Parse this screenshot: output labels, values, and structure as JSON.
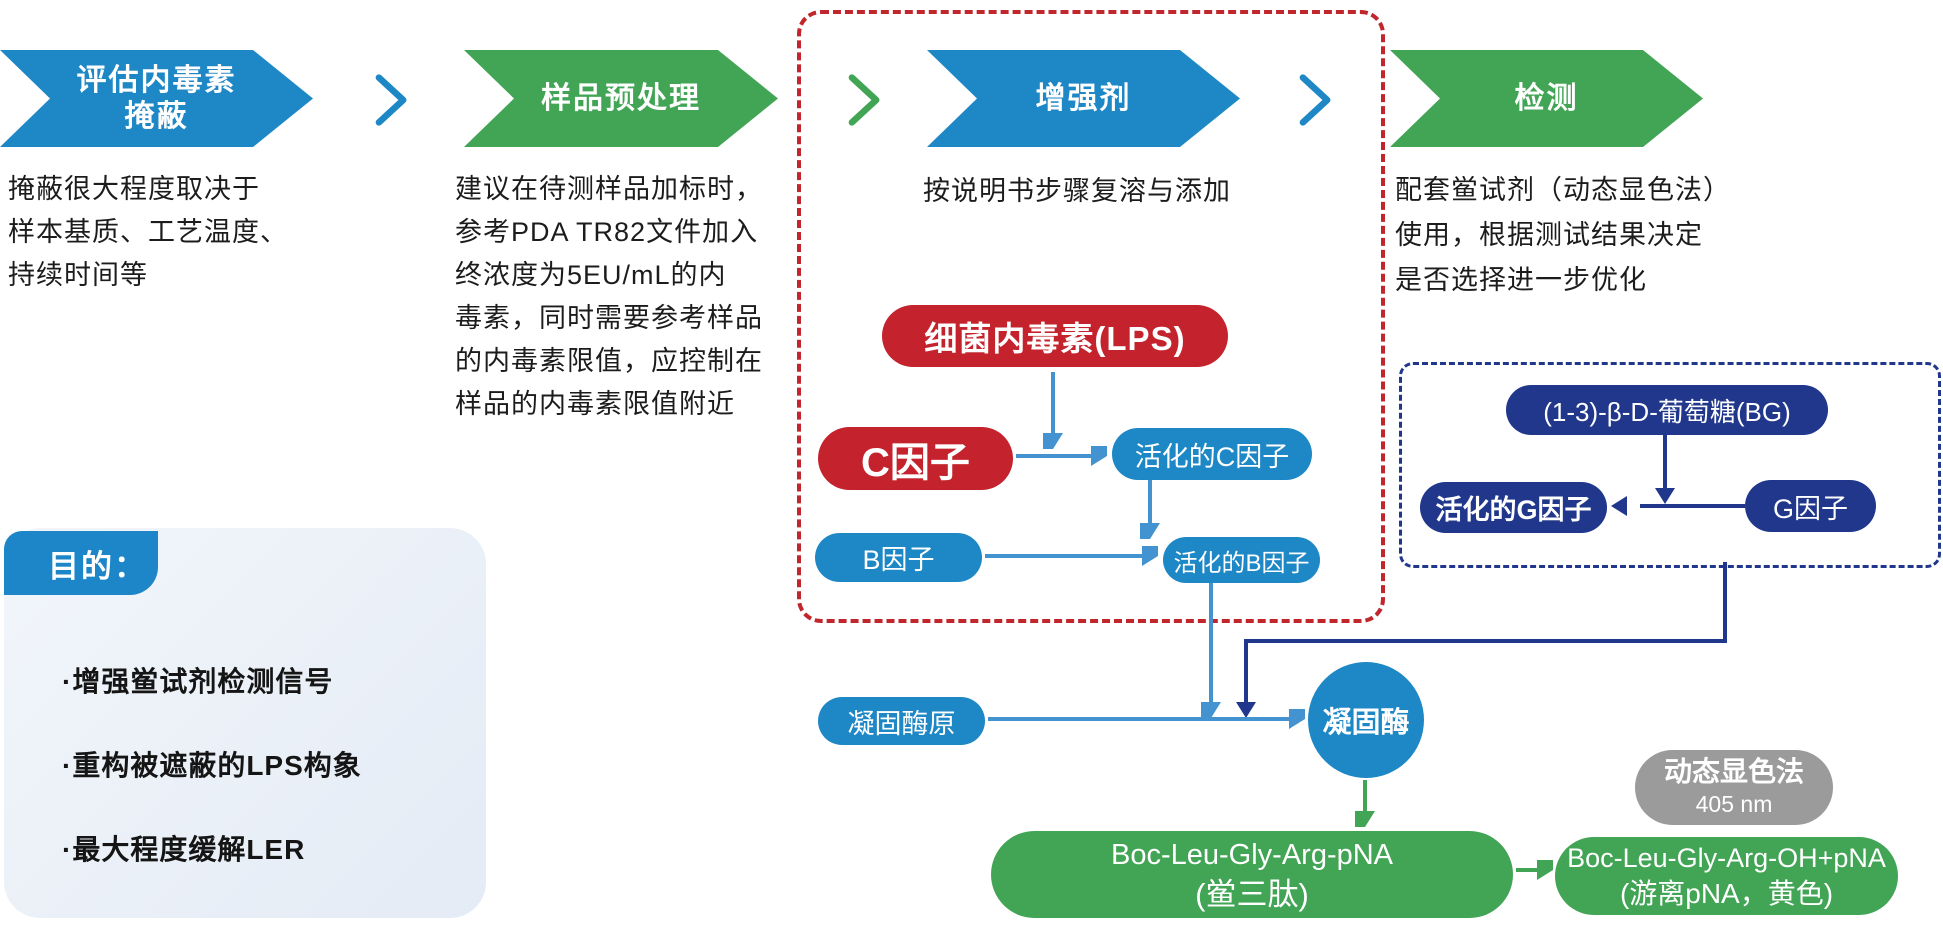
{
  "banners": {
    "b1": {
      "line1": "评估内毒素",
      "line2": "掩蔽"
    },
    "b2": {
      "label": "样品预处理"
    },
    "b3": {
      "label": "增强剂"
    },
    "b4": {
      "label": "检测"
    }
  },
  "descriptions": {
    "col1": [
      "掩蔽很大程度取决于",
      "样本基质、工艺温度、",
      "持续时间等"
    ],
    "col2": [
      "建议在待测样品加标时，",
      "参考PDA TR82文件加入",
      "终浓度为5EU/mL的内",
      "毒素，同时需要参考样品",
      "的内毒素限值，应控制在",
      "样品的内毒素限值附近"
    ],
    "col3": [
      "按说明书步骤复溶与添加"
    ],
    "col4": [
      "配套鲎试剂（动态显色法）",
      "使用，根据测试结果决定",
      "是否选择进一步优化"
    ]
  },
  "purpose": {
    "title": "目的：",
    "bullets": [
      "·增强鲎试剂检测信号",
      "·重构被遮蔽的LPS构象",
      "·最大程度缓解LER"
    ]
  },
  "flow": {
    "lps": "细菌内毒素(LPS)",
    "factor_c": "C因子",
    "factor_c_active": "活化的C因子",
    "factor_b": "B因子",
    "factor_b_active": "活化的B因子",
    "proclotting_enzyme": "凝固酶原",
    "clotting_enzyme": "凝固酶",
    "substrate_line1": "Boc-Leu-Gly-Arg-pNA",
    "substrate_line2": "(鲎三肽)",
    "product_line1": "Boc-Leu-Gly-Arg-OH+pNA",
    "product_line2": "(游离pNA，黄色)",
    "method_name": "动态显色法",
    "method_wavelength": "405 nm",
    "bg": "(1-3)-β-D-葡萄糖(BG)",
    "factor_g": "G因子",
    "factor_g_active": "活化的G因子"
  },
  "colors": {
    "blue": "#1e87c5",
    "green": "#42a455",
    "red": "#c4232e",
    "navy": "#20378c",
    "light_blue_arrow": "#4293cf",
    "gray": "#9b9b9c",
    "red_dashed_border": "#c0262c",
    "card_background": "#e9eff7",
    "text": "#1c1c1c"
  }
}
